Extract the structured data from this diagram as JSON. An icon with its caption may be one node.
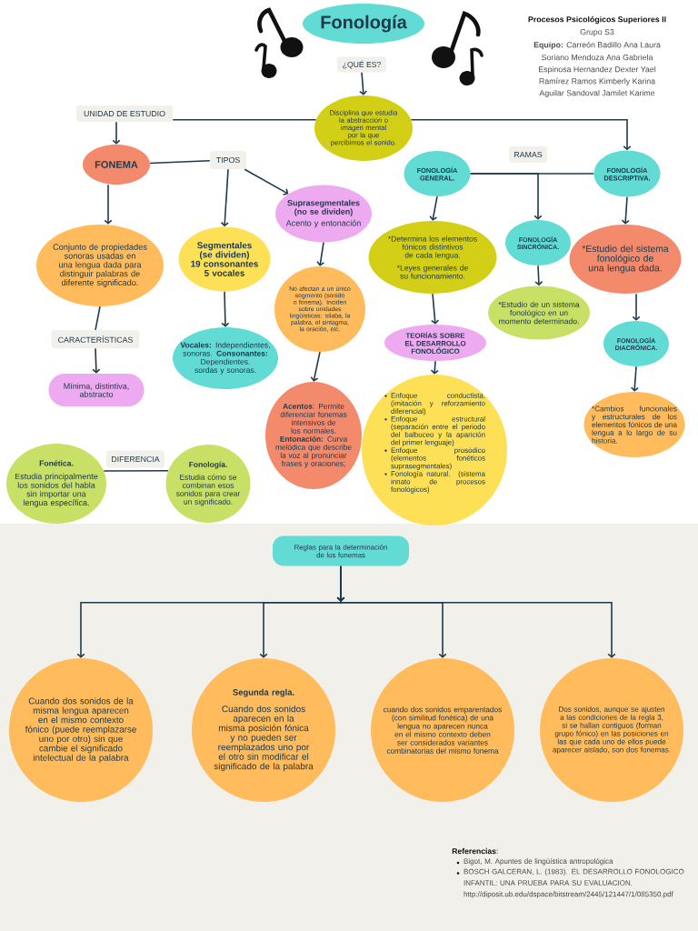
{
  "diagram": {
    "nodes": [
      {
        "text": [
          "Fonología"
        ]
      },
      {
        "text": [
          "¿QUÉ ES?"
        ]
      },
      {
        "text": [
          "Disciplina que estudia la abstracción o imagen mental por la que percibimos el sonido."
        ]
      },
      {
        "text": [
          "UNIDAD DE ESTUDIO"
        ]
      },
      {
        "text": [
          "FONEMA"
        ]
      },
      {
        "text": [
          "TIPOS"
        ]
      },
      {
        "text": [
          "Conjunto de propiedades sonoras usadas en una lengua dada para distinguir palabras de diferente significado."
        ]
      },
      {
        "text": [
          "CARACTERÍSTICAS"
        ]
      },
      {
        "text": [
          "Mínima, distintiva, abstracto"
        ]
      },
      {
        "text": [
          "Segmentales (se dividen)",
          "19 consonantes 5 vocales"
        ]
      },
      {
        "text": [
          "Suprasegmentales (no se dividen)",
          "Acento y entonación"
        ]
      },
      {
        "text": [
          "**Vocales:** Independientes, sonoras. **Consonantes:** Dependientes. sordas y sonoras."
        ]
      },
      {
        "text": [
          "No afectan a un único segmento (sonido o fonema). Inciden sobre unidades lingüísticas: sílaba, la palabra, el sintagma, la oración, etc."
        ]
      },
      {
        "text": [
          "**Acentos**: Permite diferenciar fonemas intensivos de los normales. **Entonación:** Curva melódica que describe la voz al pronunciar frases y oraciones;"
        ]
      },
      {
        "text": [
          "FONOLOGÍA GENERAL."
        ]
      },
      {
        "text": [
          "RAMAS"
        ]
      },
      {
        "text": [
          "FONOLOGÍA DESCRIPTIVA."
        ]
      },
      {
        "text": [
          "*Determina los elementos fónicos distintivos de cada lengua.",
          "*Leyes generales de su funcionamiento."
        ]
      },
      {
        "text": [
          "FONOLOGÍA SINCRÓNICA."
        ]
      },
      {
        "text": [
          "*Estudio del sistema fonológico de una lengua dada."
        ]
      },
      {
        "text": [
          "*Estudio de un sistema fonológico en un momento determinado."
        ]
      },
      {
        "text": [
          "TEORÍAS SOBRE EL DESARROLLO FONOLÓGICO"
        ]
      },
      {
        "text": [
          "FONOLOGÍA DIACRÓNICA."
        ]
      },
      {
        "text": [
          "Enfoque conductista. (imitación y reforzamiento diferencial)",
          "Enfoque estructural (separación entre el periodo del balbuceo y la aparición del primer lenguaje)",
          "Enfoque prosódico (elementos fonéticos suprasegmentales)",
          "Fonología natural. (sistema innato de procesos fonológicos)"
        ]
      },
      {
        "text": [
          "*Cambios funcionales y estructurales de los elementos fónicos de una lengua a lo largo de su historia."
        ]
      },
      {
        "text": [
          "Fonética.",
          "Estudia principalmente los sonidos del habla sin importar una lengua específica."
        ]
      },
      {
        "text": [
          "DIFERENCIA"
        ]
      },
      {
        "text": [
          "Fonología.",
          "Estudia cómo se combinan esos sonidos para crear un significado."
        ]
      },
      {
        "text": [
          "Reglas para la determinación de los fonemas"
        ]
      },
      {
        "text": [
          "Cuando dos sonidos de la misma lengua aparecen en el mismo contexto fónico (puede reemplazarse uno por otro) sin que cambie el significado intelectual de la palabra"
        ]
      },
      {
        "text": [
          "Segunda regla.",
          "Cuando dos sonidos aparecen en la misma posición fónica y no pueden ser reemplazados uno por el otro sin modificar el significado de la palabra"
        ]
      },
      {
        "text": [
          "cuando dos sonidos emparentados (con similitud fonética) de una lengua no aparecen nunca en el mismo contexto deben ser considerados variantes combinatorias del mismo fonema"
        ]
      },
      {
        "text": [
          "Dos sonidos, aunque se ajusten a las condiciones de la regla 3, si se hallan contiguos (forman grupo fónico) en las posiciones en las que cada uno de ellos puede aparecer aislado, son dos fonemas."
        ]
      }
    ],
    "edges": [
      {
        "from": 1,
        "to": 2,
        "arrow": "to"
      },
      {
        "from": 2,
        "to": 3,
        "arrow": "none"
      },
      {
        "from": 3,
        "to": 4,
        "arrow": "to"
      },
      {
        "from": 2,
        "to": 16,
        "arrow": "to"
      },
      {
        "from": 4,
        "to": 5,
        "arrow": "none"
      },
      {
        "from": 4,
        "to": 6,
        "arrow": "to"
      },
      {
        "from": 5,
        "to": 9,
        "arrow": "to"
      },
      {
        "from": 5,
        "to": 10,
        "arrow": "to"
      },
      {
        "from": 6,
        "to": 7,
        "arrow": "none"
      },
      {
        "from": 7,
        "to": 8,
        "arrow": "to"
      },
      {
        "from": 9,
        "to": 11,
        "arrow": "to"
      },
      {
        "from": 10,
        "to": 12,
        "arrow": "to"
      },
      {
        "from": 12,
        "to": 13,
        "arrow": "to"
      },
      {
        "from": 14,
        "to": 16,
        "arrow": "none"
      },
      {
        "from": 14,
        "to": 18,
        "arrow": "to"
      },
      {
        "from": 14,
        "to": 17,
        "arrow": "to"
      },
      {
        "from": 16,
        "to": 19,
        "arrow": "to"
      },
      {
        "from": 18,
        "to": 20,
        "arrow": "to"
      },
      {
        "from": 17,
        "to": 21,
        "arrow": "to"
      },
      {
        "from": 19,
        "to": 22,
        "arrow": "to"
      },
      {
        "from": 21,
        "to": 23,
        "arrow": "to"
      },
      {
        "from": 22,
        "to": 24,
        "arrow": "to"
      },
      {
        "from": 25,
        "to": 27,
        "arrow": "none"
      },
      {
        "from": 28,
        "to": 29,
        "arrow": "to"
      },
      {
        "from": 28,
        "to": 30,
        "arrow": "to"
      },
      {
        "from": 28,
        "to": 31,
        "arrow": "to"
      },
      {
        "from": 28,
        "to": 32,
        "arrow": "to"
      }
    ],
    "labels": [
      "Procesos Psicológicos Superiores II",
      "Grupo S3",
      "**Equipo:** Carreón Badillo Ana Laura",
      "Soriano Mendoza Ana Gabriela",
      "Espinosa Hernandez Dexter Yael",
      "Ramírez Ramos Kimberly Karina",
      "Aguilar Sandoval Jamilet Karime",
      "**Referencias**:",
      "Bigot, M. Apuntes de lingüística antropológica",
      "BOSCH GALCERAN, L. (1983). EL DESARROLLO FONOLOGICO INFANTIL: UNA PRUEBA PARA SU EVALUACION. http://diposit.ub.edu/dspace/bitstream/2445/121447/1/085350.pdf"
    ]
  }
}
